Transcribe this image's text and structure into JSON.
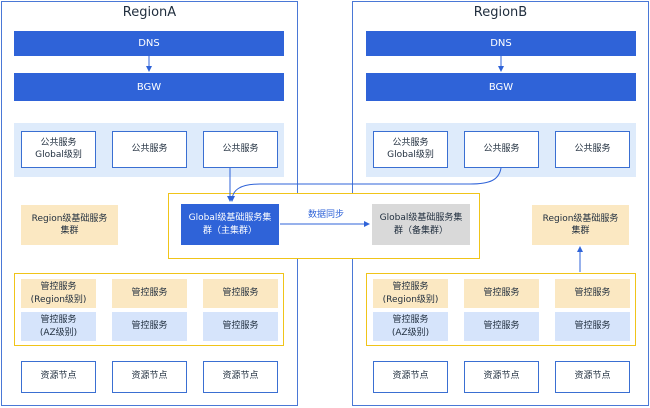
{
  "regions": {
    "a": {
      "title": "RegionA",
      "dns": "DNS",
      "bgw": "BGW",
      "public_services": [
        {
          "line1": "公共服务",
          "line2": "Global级别"
        },
        {
          "line1": "公共服务",
          "line2": ""
        },
        {
          "line1": "公共服务",
          "line2": ""
        }
      ],
      "region_base": {
        "line1": "Region级基础服务",
        "line2": "集群"
      },
      "control_row1": [
        {
          "line1": "管控服务",
          "line2": "(Region级别)"
        },
        {
          "line1": "管控服务",
          "line2": ""
        },
        {
          "line1": "管控服务",
          "line2": ""
        }
      ],
      "control_row2": [
        {
          "line1": "管控服务",
          "line2": "(AZ级别)"
        },
        {
          "line1": "管控服务",
          "line2": ""
        },
        {
          "line1": "管控服务",
          "line2": ""
        }
      ],
      "resources": [
        "资源节点",
        "资源节点",
        "资源节点"
      ]
    },
    "b": {
      "title": "RegionB",
      "dns": "DNS",
      "bgw": "BGW",
      "public_services": [
        {
          "line1": "公共服务",
          "line2": "Global级别"
        },
        {
          "line1": "公共服务",
          "line2": ""
        },
        {
          "line1": "公共服务",
          "line2": ""
        }
      ],
      "region_base": {
        "line1": "Region级基础服务",
        "line2": "集群"
      },
      "control_row1": [
        {
          "line1": "管控服务",
          "line2": "(Region级别)"
        },
        {
          "line1": "管控服务",
          "line2": ""
        },
        {
          "line1": "管控服务",
          "line2": ""
        }
      ],
      "control_row2": [
        {
          "line1": "管控服务",
          "line2": "(AZ级别)"
        },
        {
          "line1": "管控服务",
          "line2": ""
        },
        {
          "line1": "管控服务",
          "line2": ""
        }
      ],
      "resources": [
        "资源节点",
        "资源节点",
        "资源节点"
      ]
    }
  },
  "global": {
    "main": {
      "line1": "Global级基础服务集",
      "line2": "群（主集群）"
    },
    "backup": {
      "line1": "Global级基础服务集",
      "line2": "群（备集群）"
    },
    "sync_label": "数据同步"
  },
  "colors": {
    "primary_blue": "#2f63d8",
    "light_blue_panel": "#deebfb",
    "control_blue": "#d6e4fb",
    "tan": "#fbe8c2",
    "gold_border": "#f0c419",
    "backup_gray": "#d9d9d9"
  }
}
